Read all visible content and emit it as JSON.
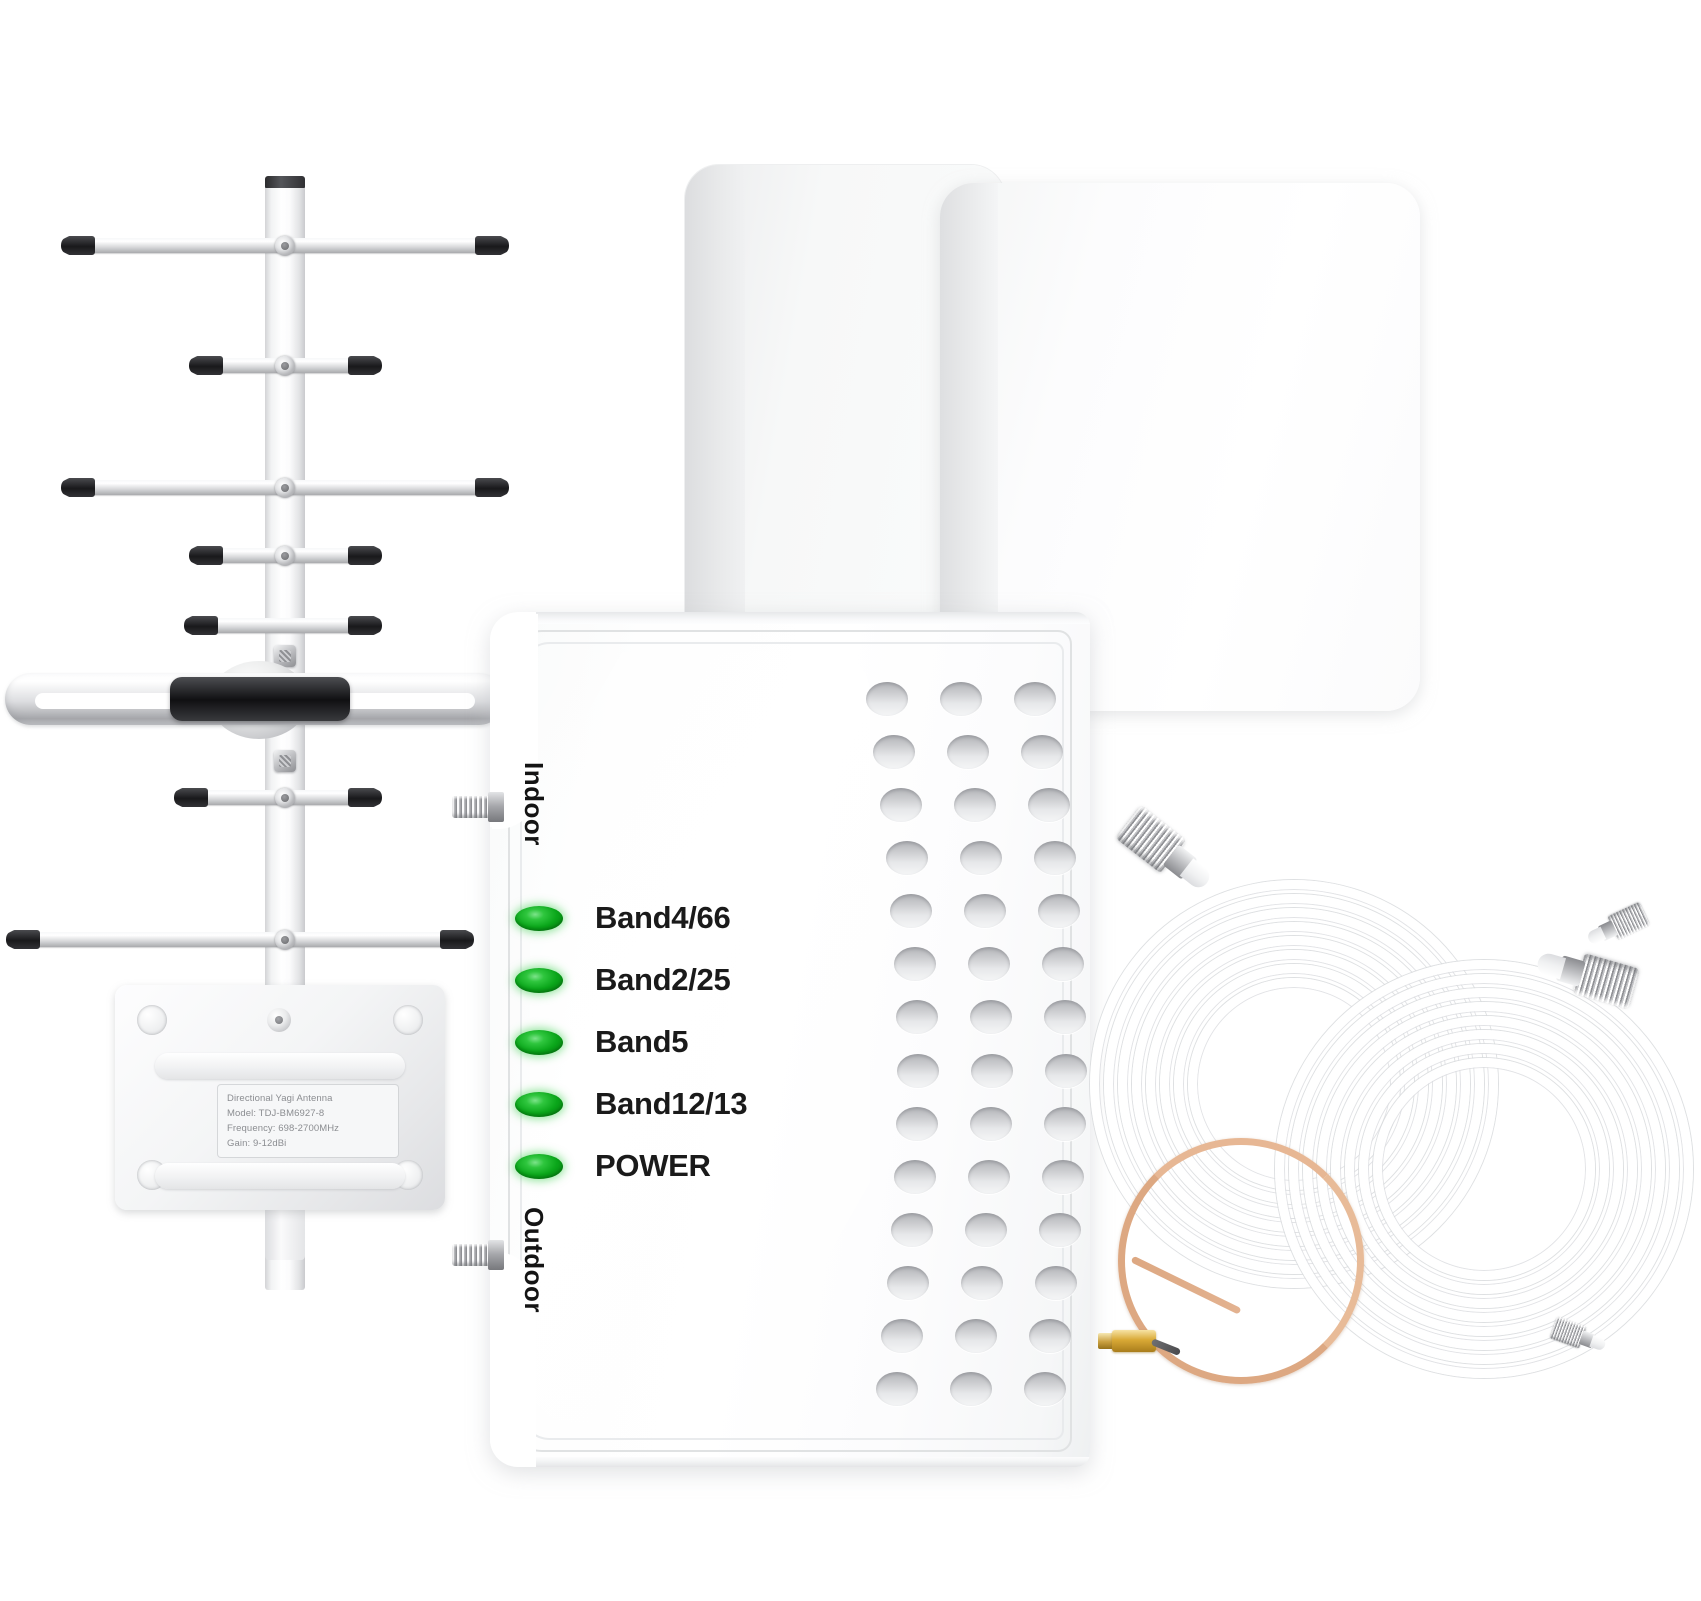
{
  "product": {
    "name": "Cell Phone Signal Booster Kit",
    "background_color": "#ffffff"
  },
  "booster": {
    "name": "Signal Booster Amplifier",
    "port_labels": {
      "indoor": "Indoor",
      "outdoor": "Outdoor"
    },
    "leds": [
      {
        "label": "Band4/66",
        "color": "#19b82b",
        "state": "on"
      },
      {
        "label": "Band2/25",
        "color": "#19b82b",
        "state": "on"
      },
      {
        "label": "Band5",
        "color": "#19b82b",
        "state": "on"
      },
      {
        "label": "Band12/13",
        "color": "#19b82b",
        "state": "on"
      },
      {
        "label": "POWER",
        "color": "#19b82b",
        "state": "on"
      }
    ],
    "vent_columns": 3,
    "vent_rows": 14,
    "connectors": [
      {
        "name": "indoor-f-connector",
        "type": "F-female"
      },
      {
        "name": "outdoor-f-connector",
        "type": "F-female"
      }
    ]
  },
  "yagi_antenna": {
    "name": "Directional Yagi Antenna",
    "label": {
      "line1": "Directional Yagi Antenna",
      "line2": "Model: TDJ-BM6927-8",
      "line3": "Frequency: 698-2700MHz",
      "line4": "Gain: 9-12dBi"
    },
    "elements": [
      {
        "name": "director-1",
        "span": "long"
      },
      {
        "name": "director-2",
        "span": "short"
      },
      {
        "name": "director-3",
        "span": "long"
      },
      {
        "name": "director-4",
        "span": "short"
      },
      {
        "name": "director-5",
        "span": "short"
      },
      {
        "name": "driven-folded-dipole",
        "span": "loop"
      },
      {
        "name": "director-6",
        "span": "short"
      },
      {
        "name": "reflector",
        "span": "long"
      }
    ],
    "tip_color": "#1a1a1c",
    "rod_color": "#d9dadd"
  },
  "panel_antennas": {
    "name": "Indoor Panel Antenna",
    "count": 2,
    "color": "#fbfbfc"
  },
  "cables": {
    "coax_white": {
      "name": "White Coaxial Cable",
      "color": "#ffffff",
      "connector_type": "N-male",
      "connector_color": "#c2c3c6",
      "connector_count": 4
    },
    "pigtail": {
      "name": "SMA Pigtail Cable",
      "color": "#dda882",
      "connector_type": "SMA-male",
      "connector_color": "#d9a935"
    }
  }
}
